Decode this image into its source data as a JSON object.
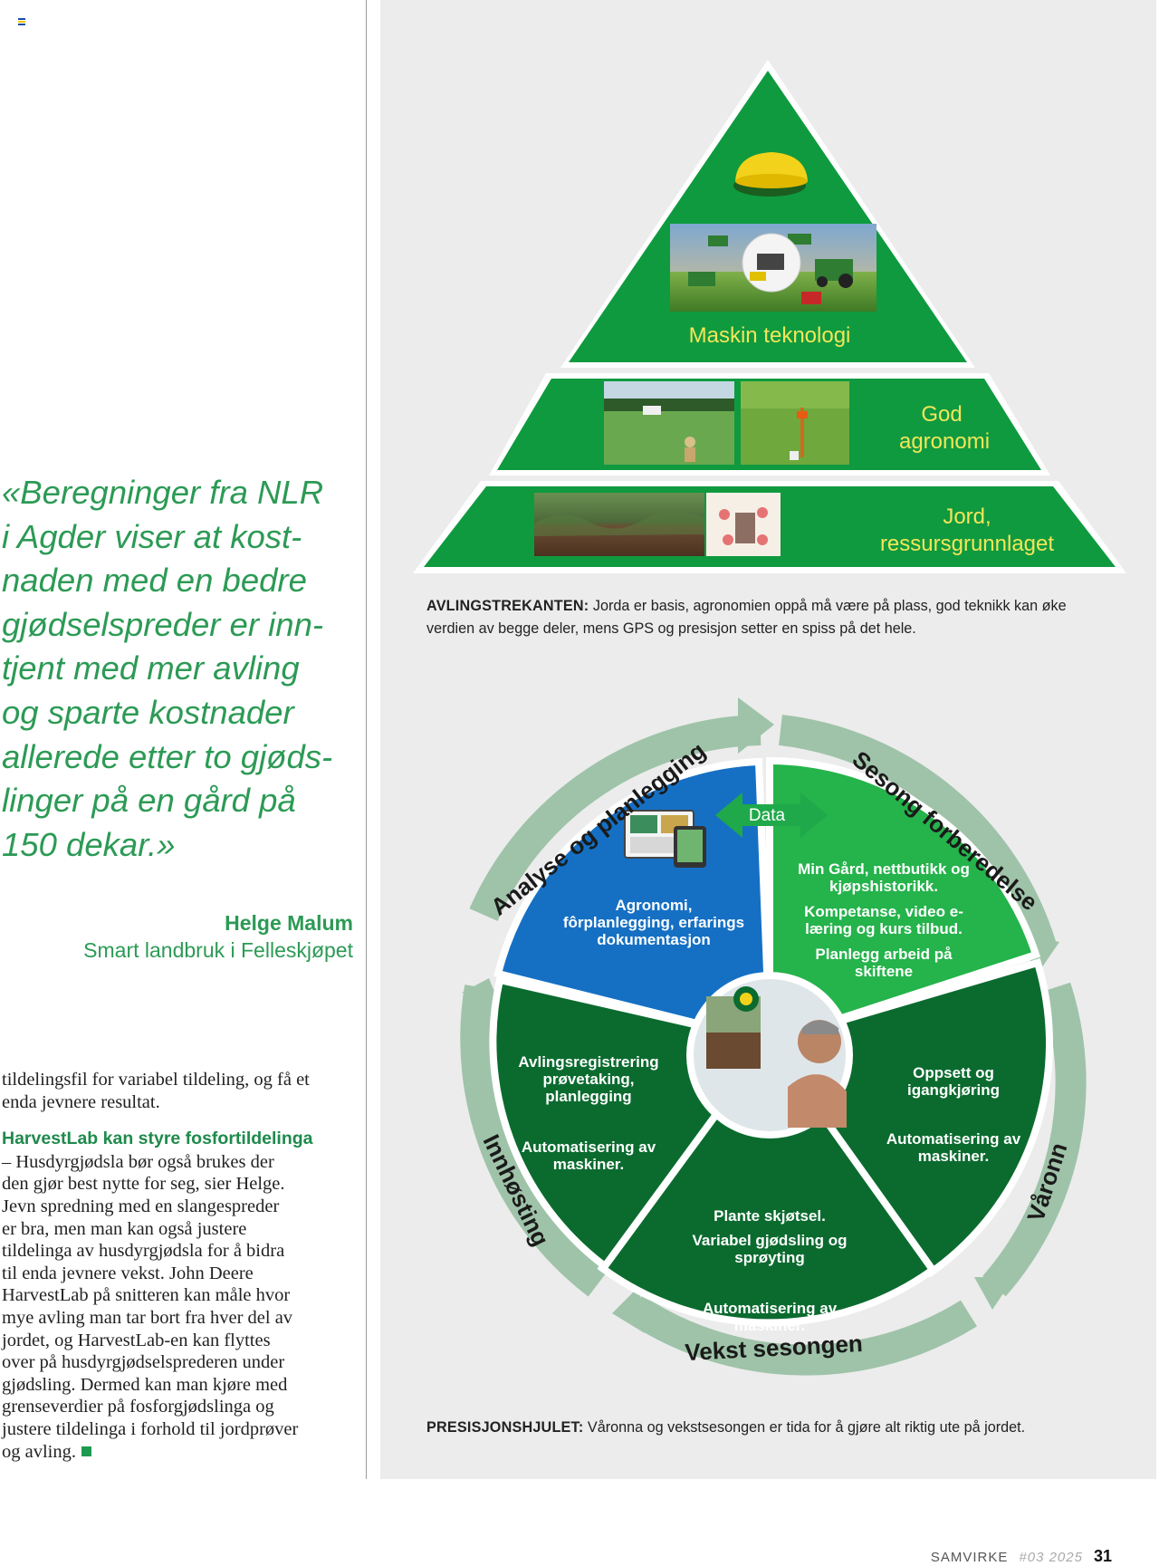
{
  "quote": {
    "lines": [
      "«Beregninger fra NLR",
      "i Agder viser at kost-",
      "naden med en bedre",
      "gjødselspreder er inn-",
      "tjent med mer avling",
      "og sparte kostnader",
      "allerede etter to gjøds-",
      "linger på en gård på",
      "150 dekar.»"
    ],
    "author": "Helge Malum",
    "role": "Smart landbruk i Felleskjøpet"
  },
  "body": {
    "intro_lines": [
      "tildelingsfil for variabel tildeling, og få et",
      "enda jevnere resultat."
    ],
    "subheading": "HarvestLab kan styre fosfortildelinga",
    "lines": [
      "– Husdyrgjødsla bør også brukes der",
      "den gjør best nytte for seg, sier Helge.",
      "Jevn spredning med en slangespreder",
      "er bra, men man kan også justere",
      "tildelinga av husdyrgjødsla for å bidra",
      "til enda jevnere vekst. John Deere",
      "HarvestLab på snitteren kan måle hvor",
      "mye avling man tar bort fra hver del av",
      "jordet, og HarvestLab-en kan flyttes",
      "over på husdyrgjødselsprederen under",
      "gjødsling. Dermed kan man kjøre med",
      "grenseverdier på fosforgjødslinga og",
      "justere tildelinga i forhold til jordprøver",
      "og avling."
    ]
  },
  "pyramid": {
    "top_label": "Maskin teknologi",
    "mid_label_1": "God",
    "mid_label_2": "agronomi",
    "base_label_1": "Jord,",
    "base_label_2": "ressursgrunnlaget",
    "caption_title": "AVLINGSTREKANTEN:",
    "caption_text": " Jorda er basis, agronomien oppå må være på plass, god teknikk kan øke verdien av begge deler, mens GPS og presisjon setter en spiss på det hele."
  },
  "wheel": {
    "ring_analyse": "Analyse og planlegging",
    "ring_sesong": "Sesong forberedelse",
    "ring_varonn": "Våronn",
    "ring_vekst": "Vekst sesongen",
    "ring_innhosting": "Innhøsting",
    "data_label": "Data",
    "blue": [
      "Agronomi,",
      "fôrplanlegging, erfarings",
      "dokumentasjon"
    ],
    "lightgreen": [
      "Min Gård, nettbutikk og",
      "kjøpshistorikk.",
      "Kompetanse, video e-",
      "læring og kurs tilbud.",
      "Planlegg arbeid på",
      "skiftene"
    ],
    "right": [
      "Oppsett og",
      "igangkjøring",
      "Automatisering av",
      "maskiner."
    ],
    "bottom": [
      "Plante skjøtsel.",
      "Variabel gjødsling og",
      "sprøyting",
      "Automatisering av",
      "maskiner."
    ],
    "left": [
      "Avlingsregistrering",
      "prøvetaking,",
      "planlegging",
      "Automatisering av",
      "maskiner."
    ],
    "caption_title": "PRESISJONSHJULET:",
    "caption_text": " Våronna og vekstsesongen er tida for å gjøre alt riktig ute på jordet."
  },
  "footer": {
    "magazine": "SAMVIRKE",
    "issue": "#03 2025",
    "page": "31"
  },
  "colors": {
    "accent_green": "#2c9a55",
    "pyramid_green": "#0f9a3f",
    "wheel_blue": "#1570c4",
    "wheel_lightgreen": "#25b34b",
    "wheel_darkgreen": "#0b6b2f",
    "ring_grey": "#9fc3a9"
  }
}
